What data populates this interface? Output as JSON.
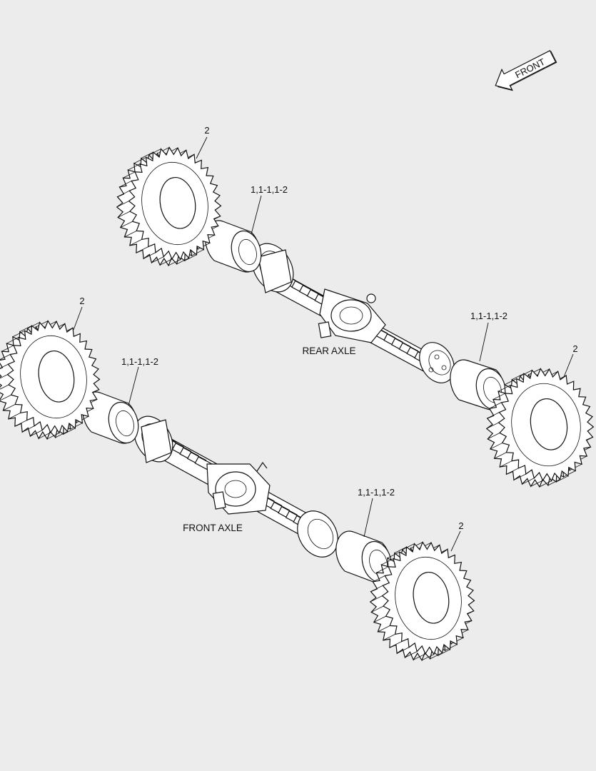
{
  "direction_arrow": {
    "label": "FRONT"
  },
  "axles": {
    "rear": {
      "label": "REAR AXLE"
    },
    "front": {
      "label": "FRONT AXLE"
    }
  },
  "callouts": {
    "rear_left_tire": "2",
    "rear_left_rim": "1,1-1,1-2",
    "rear_right_rim": "1,1-1,1-2",
    "rear_right_tire": "2",
    "front_left_tire": "2",
    "front_left_rim": "1,1-1,1-2",
    "front_right_rim": "1,1-1,1-2",
    "front_right_tire": "2"
  },
  "colors": {
    "background": "#ececec",
    "line": "#111111",
    "fill": "#ffffff"
  }
}
